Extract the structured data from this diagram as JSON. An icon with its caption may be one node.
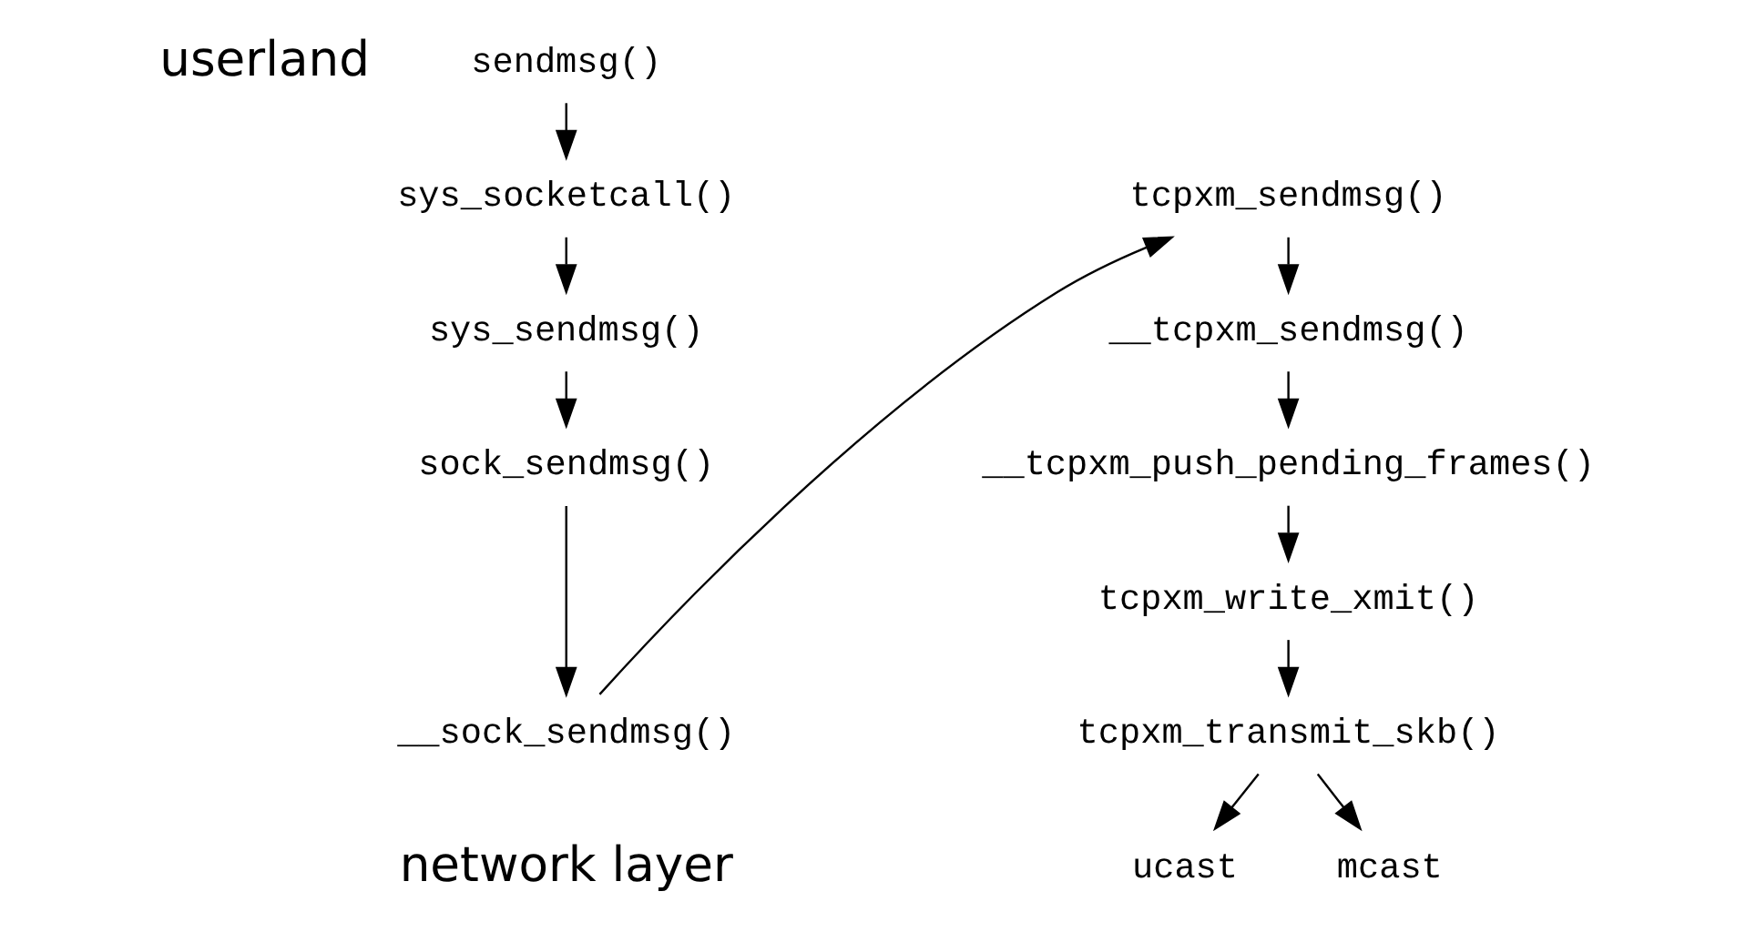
{
  "diagram": {
    "nodes": [
      {
        "text": [
          "sendmsg()"
        ]
      },
      {
        "text": [
          "sys_socketcall()"
        ]
      },
      {
        "text": [
          "sys_sendmsg()"
        ]
      },
      {
        "text": [
          "sock_sendmsg()"
        ]
      },
      {
        "text": [
          "__sock_sendmsg()"
        ]
      },
      {
        "text": [
          "tcpxm_sendmsg()"
        ]
      },
      {
        "text": [
          "__tcpxm_sendmsg()"
        ]
      },
      {
        "text": [
          "__tcpxm_push_pending_frames()"
        ]
      },
      {
        "text": [
          "tcpxm_write_xmit()"
        ]
      },
      {
        "text": [
          "tcpxm_transmit_skb()"
        ]
      },
      {
        "text": [
          "ucast"
        ]
      },
      {
        "text": [
          "mcast"
        ]
      }
    ],
    "edges": [
      {
        "from": 0,
        "to": 1,
        "arrow": "to"
      },
      {
        "from": 1,
        "to": 2,
        "arrow": "to"
      },
      {
        "from": 2,
        "to": 3,
        "arrow": "to"
      },
      {
        "from": 3,
        "to": 4,
        "arrow": "to"
      },
      {
        "from": 4,
        "to": 5,
        "arrow": "to"
      },
      {
        "from": 5,
        "to": 6,
        "arrow": "to"
      },
      {
        "from": 6,
        "to": 7,
        "arrow": "to"
      },
      {
        "from": 7,
        "to": 8,
        "arrow": "to"
      },
      {
        "from": 8,
        "to": 9,
        "arrow": "to"
      },
      {
        "from": 9,
        "to": 10,
        "arrow": "to"
      },
      {
        "from": 9,
        "to": 11,
        "arrow": "to"
      }
    ],
    "labels": [
      "userland",
      "network layer"
    ]
  }
}
